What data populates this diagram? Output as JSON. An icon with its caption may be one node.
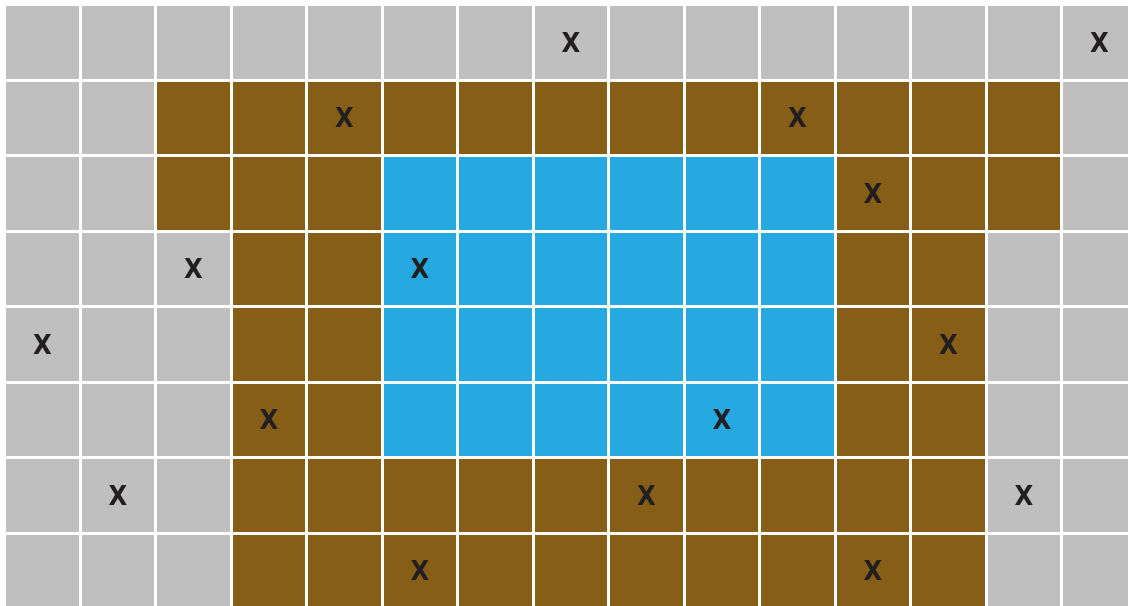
{
  "diagram": {
    "labels": [
      "X",
      "X",
      "X",
      "X",
      "X",
      "X",
      "X",
      "X",
      "X",
      "X",
      "X",
      "X",
      "X",
      "X",
      "X",
      "X"
    ]
  }
}
